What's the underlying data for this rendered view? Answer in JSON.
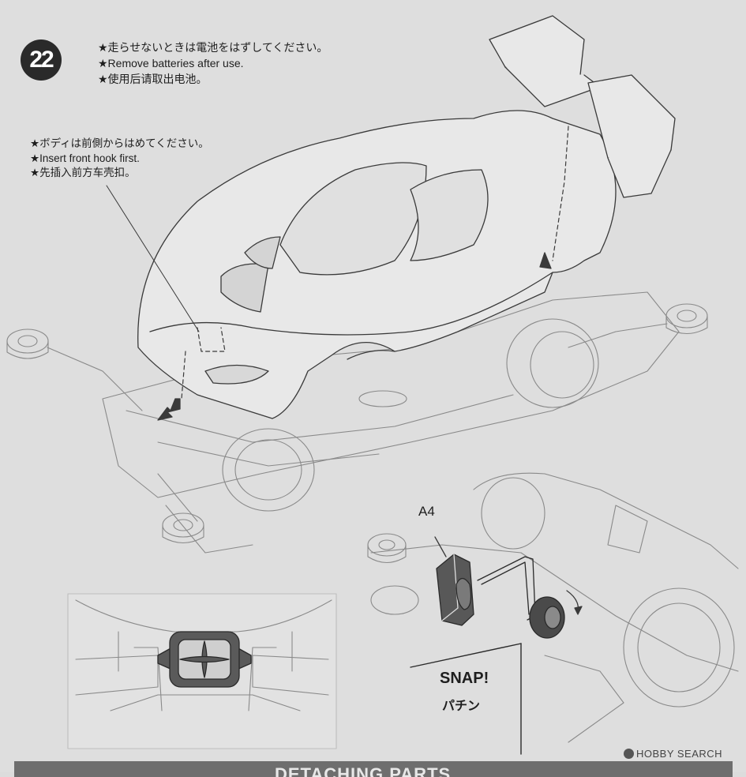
{
  "step": {
    "number": "22"
  },
  "notes": {
    "remove_batteries": [
      "★走らせないときは電池をはずしてください。",
      "★Remove batteries after use.",
      "★使用后请取出电池。"
    ],
    "insert_front": [
      "★ボディは前側からはめてください。",
      "★Insert front hook first.",
      "★先插入前方车壳扣。"
    ]
  },
  "labels": {
    "part": "A4",
    "snap": "SNAP!",
    "snap_jp": "パチン"
  },
  "watermark": "HOBBY SEARCH",
  "footer": {
    "title": "DETACHING PARTS"
  },
  "colors": {
    "paper": "#dedede",
    "line": "#3a3a3a",
    "part_dark": "#4a4a4a",
    "footer": "#6e6e6e"
  }
}
